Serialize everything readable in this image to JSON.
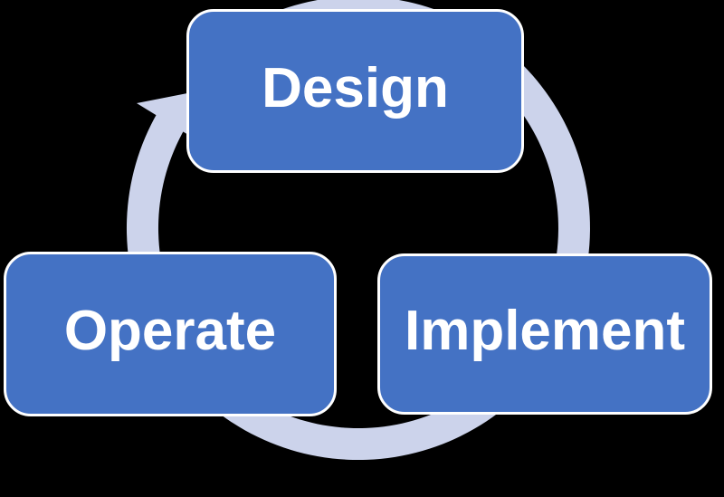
{
  "diagram": {
    "type": "cycle",
    "direction": "clockwise",
    "nodes": [
      {
        "id": "design",
        "label": "Design",
        "position": "top"
      },
      {
        "id": "implement",
        "label": "Implement",
        "position": "bottom-right"
      },
      {
        "id": "operate",
        "label": "Operate",
        "position": "bottom-left"
      }
    ]
  },
  "colors": {
    "background": "#000000",
    "node_fill": "#4472C4",
    "node_border": "#FFFFFF",
    "label_text": "#FFFFFF",
    "arrow_ring": "#CCD3EB"
  }
}
